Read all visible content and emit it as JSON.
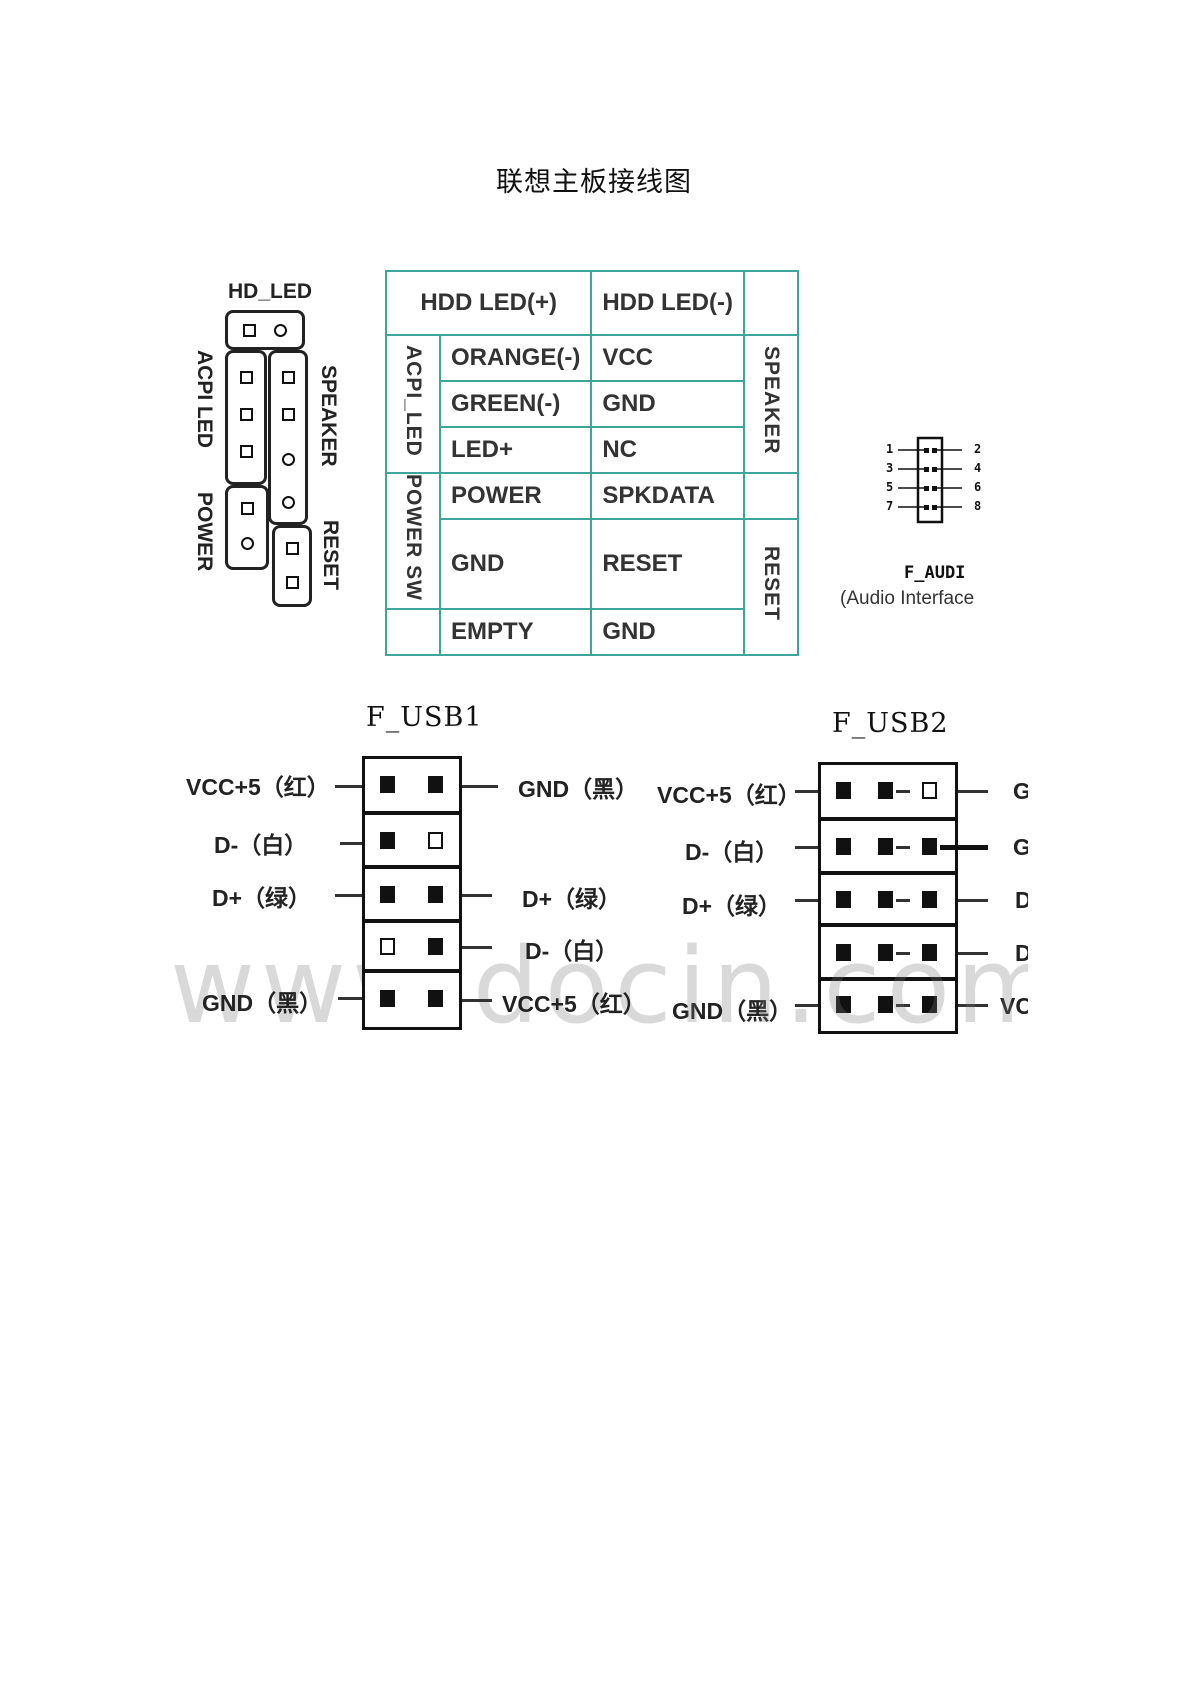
{
  "title": "联想主板接线图",
  "front_panel": {
    "hd_led": "HD_LED",
    "acpi_led": "ACPI LED",
    "power": "POWER",
    "speaker": "SPEAKER",
    "reset": "RESET"
  },
  "pin_table": {
    "header_left": "HDD LED(+)",
    "header_right": "HDD LED(-)",
    "left_groups": [
      "ACPI_LED",
      "POWER SW"
    ],
    "right_groups": [
      "SPEAKER",
      "RESET"
    ],
    "rows": [
      {
        "left": "ORANGE(-)",
        "right": "VCC"
      },
      {
        "left": "GREEN(-)",
        "right": "GND"
      },
      {
        "left": "LED+",
        "right": "NC"
      },
      {
        "left": "POWER",
        "right": "SPKDATA"
      },
      {
        "left": "GND",
        "right": "RESET"
      },
      {
        "left": "EMPTY",
        "right": "GND"
      }
    ]
  },
  "audio": {
    "label": "F_AUDI",
    "subtitle": "(Audio Interface",
    "pins_left": [
      "1",
      "3",
      "5",
      "7"
    ],
    "pins_right": [
      "2",
      "4",
      "6",
      "8"
    ]
  },
  "usb1": {
    "title": "F_USB1",
    "left": [
      "VCC+5（红）",
      "D-（白）",
      "D+（绿）",
      "GND（黑）"
    ],
    "right": [
      "GND（黑）",
      "D+（绿）",
      "D-（白）",
      "VCC+5（红）"
    ]
  },
  "usb2": {
    "title": "F_USB2",
    "left": [
      "VCC+5（红）",
      "D-（白）",
      "D+（绿）",
      "GND（黑）"
    ],
    "right": [
      "G",
      "G",
      "D",
      "D",
      "VC"
    ]
  },
  "watermark": "www.docin.com"
}
